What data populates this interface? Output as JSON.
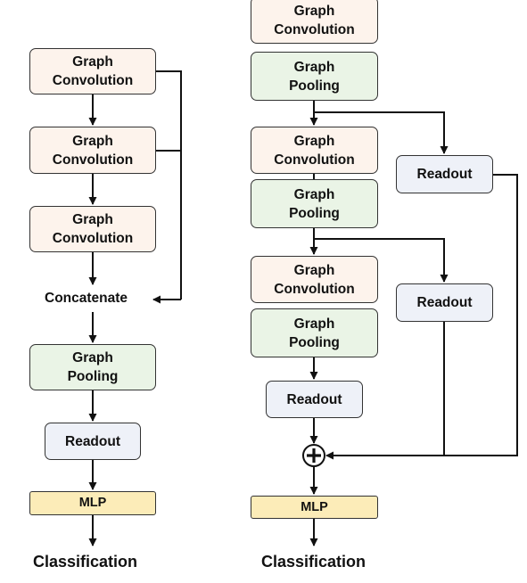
{
  "left": {
    "conv1": "Graph\nConvolution",
    "conv2": "Graph\nConvolution",
    "conv3": "Graph\nConvolution",
    "concat": "Concatenate",
    "pool": "Graph\nPooling",
    "readout": "Readout",
    "mlp": "MLP",
    "output": "Classification"
  },
  "right": {
    "conv1": "Graph\nConvolution",
    "pool1": "Graph\nPooling",
    "conv2": "Graph\nConvolution",
    "readout1": "Readout",
    "pool2": "Graph\nPooling",
    "conv3": "Graph\nConvolution",
    "readout2": "Readout",
    "pool3": "Graph\nPooling",
    "readout3": "Readout",
    "sum_symbol": "+",
    "mlp": "MLP",
    "output": "Classification"
  },
  "colors": {
    "convolution_fill": "#fdf3ec",
    "pooling_fill": "#eaf4e6",
    "readout_fill": "#eef1f8",
    "mlp_fill": "#fcecb8",
    "stroke": "#333333"
  }
}
